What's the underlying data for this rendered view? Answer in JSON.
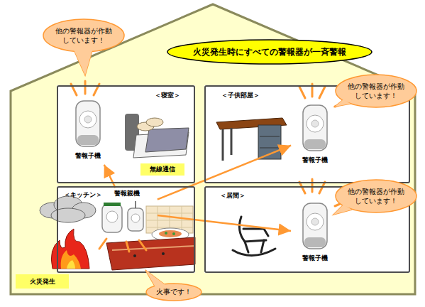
{
  "diagram": {
    "nodes": [
      {
        "text": [
          "火災発生時にすべての警報器が一斉警報"
        ]
      },
      {
        "text": [
          "＜寝室＞"
        ]
      },
      {
        "text": [
          "警報子機"
        ],
        "in": 1
      },
      {
        "text": [
          "無線通信"
        ],
        "in": 1
      },
      {
        "text": [
          "＜子供部屋＞"
        ]
      },
      {
        "text": [
          "警報子機"
        ],
        "in": 4
      },
      {
        "text": [
          "＜キッチン＞"
        ]
      },
      {
        "text": [
          "警報親機"
        ],
        "in": 6
      },
      {
        "text": [
          "＜居間＞"
        ]
      },
      {
        "text": [
          "警報子機"
        ],
        "in": 8
      },
      {
        "text": [
          "火災発生"
        ]
      },
      {
        "text": [
          "他の警報器が作動しています！"
        ]
      },
      {
        "text": [
          "他の警報器が作動しています！"
        ]
      },
      {
        "text": [
          "他の警報器が作動しています！"
        ]
      },
      {
        "text": [
          "火事です！"
        ]
      }
    ],
    "edges": [
      {
        "from": 7,
        "to": 2,
        "arrow": "to"
      },
      {
        "from": 7,
        "to": 5,
        "arrow": "to"
      },
      {
        "from": 7,
        "to": 9,
        "arrow": "to"
      }
    ]
  }
}
